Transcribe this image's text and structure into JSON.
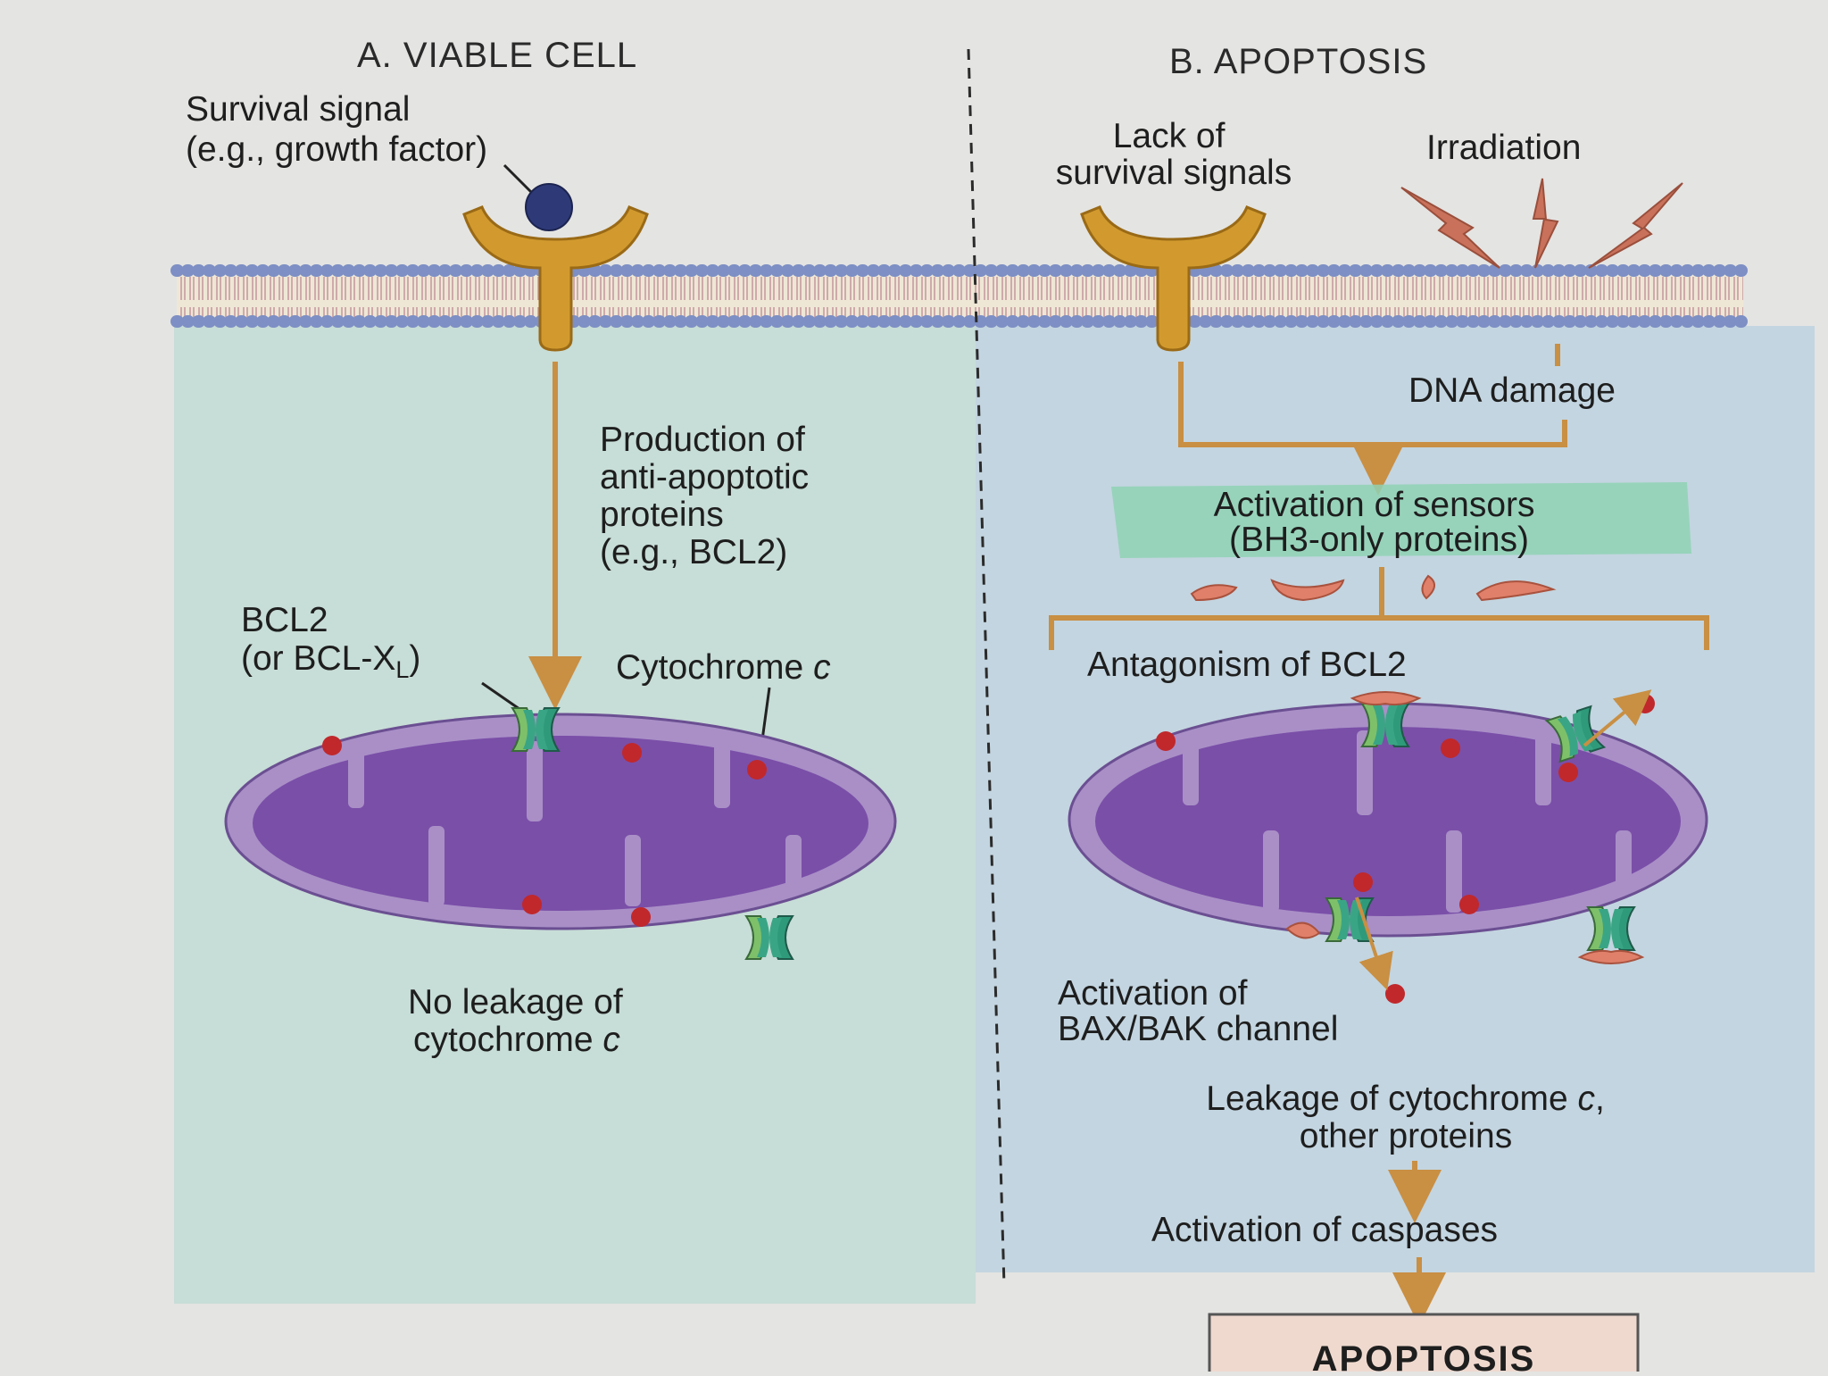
{
  "panel_a": {
    "title": "A. VIABLE CELL",
    "survival_signal": [
      "Survival signal",
      "(e.g., growth factor)"
    ],
    "production": [
      "Production of",
      "anti-apoptotic",
      "proteins",
      "(e.g., BCL2)"
    ],
    "bcl2": [
      "BCL2",
      "(or BCL-X",
      "L",
      ")"
    ],
    "cytochrome": [
      "Cytochrome ",
      "c"
    ],
    "no_leakage": [
      "No leakage of",
      "cytochrome ",
      "c"
    ]
  },
  "panel_b": {
    "title": "B. APOPTOSIS",
    "lack": [
      "Lack of",
      "survival signals"
    ],
    "irradiation": "Irradiation",
    "dna_damage": "DNA damage",
    "sensors": [
      "Activation of sensors",
      "(BH3-only proteins)"
    ],
    "antagonism": "Antagonism of BCL2",
    "bax_bak": [
      "Activation of",
      "BAX/BAK channel"
    ],
    "leakage": [
      "Leakage of cytochrome ",
      "c",
      ",",
      "other proteins"
    ],
    "caspases": "Activation of caspases",
    "apoptosis": "APOPTOSIS"
  },
  "colors": {
    "cytoplasm_a": "#c7ddd7",
    "cytoplasm_b": "#c3d5e0",
    "membrane": "#7d8fc4",
    "receptor": "#d29a2e",
    "arrow": "#c98f43",
    "mito_outer": "#a98fc6",
    "mito_inner": "#7a4fa8",
    "cytochrome": "#c0282c",
    "channel_green": "#2f9a7a",
    "bh3": "#e0806a"
  }
}
